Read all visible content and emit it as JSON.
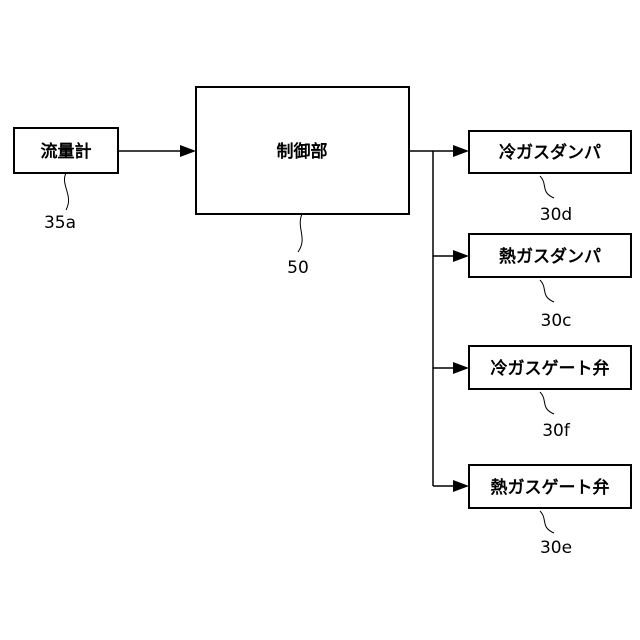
{
  "nodes": {
    "flowmeter": {
      "label": "流量計",
      "ref": "35a"
    },
    "controller": {
      "label": "制御部",
      "ref": "50"
    },
    "cold_gas_damper": {
      "label": "冷ガスダンパ",
      "ref": "30d"
    },
    "hot_gas_damper": {
      "label": "熱ガスダンパ",
      "ref": "30c"
    },
    "cold_gas_gate_valve": {
      "label": "冷ガスゲート弁",
      "ref": "30f"
    },
    "hot_gas_gate_valve": {
      "label": "熱ガスゲート弁",
      "ref": "30e"
    }
  }
}
